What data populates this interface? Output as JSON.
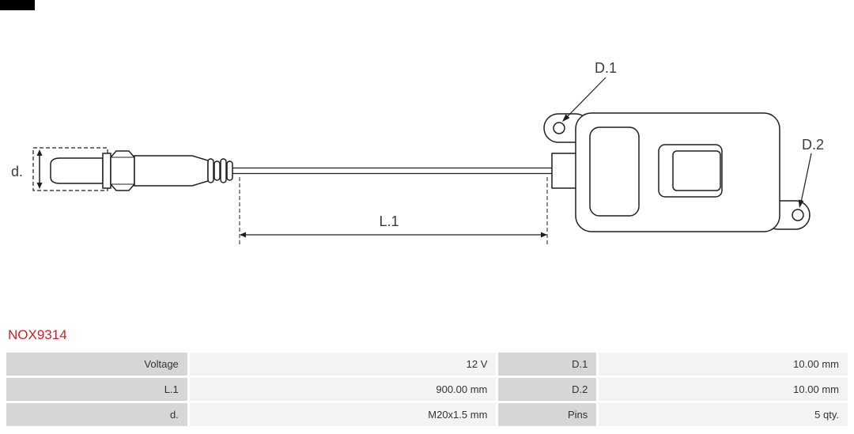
{
  "part_number": "NOX9314",
  "diagram": {
    "labels": {
      "d": "d.",
      "l1": "L.1",
      "d1": "D.1",
      "d2": "D.2"
    }
  },
  "spec_table": {
    "rows": [
      {
        "c1": "Voltage",
        "c2": "12 V",
        "c3": "D.1",
        "c4": "10.00 mm"
      },
      {
        "c1": "L.1",
        "c2": "900.00 mm",
        "c3": "D.2",
        "c4": "10.00 mm"
      },
      {
        "c1": "d.",
        "c2": "M20x1.5 mm",
        "c3": "Pins",
        "c4": "5 qty."
      }
    ]
  },
  "colors": {
    "part_number_red": "#c4232b",
    "label_cell_bg": "#d5d6d5",
    "value_cell_bg": "#f3f3f3",
    "line": "#1f1f1f"
  }
}
